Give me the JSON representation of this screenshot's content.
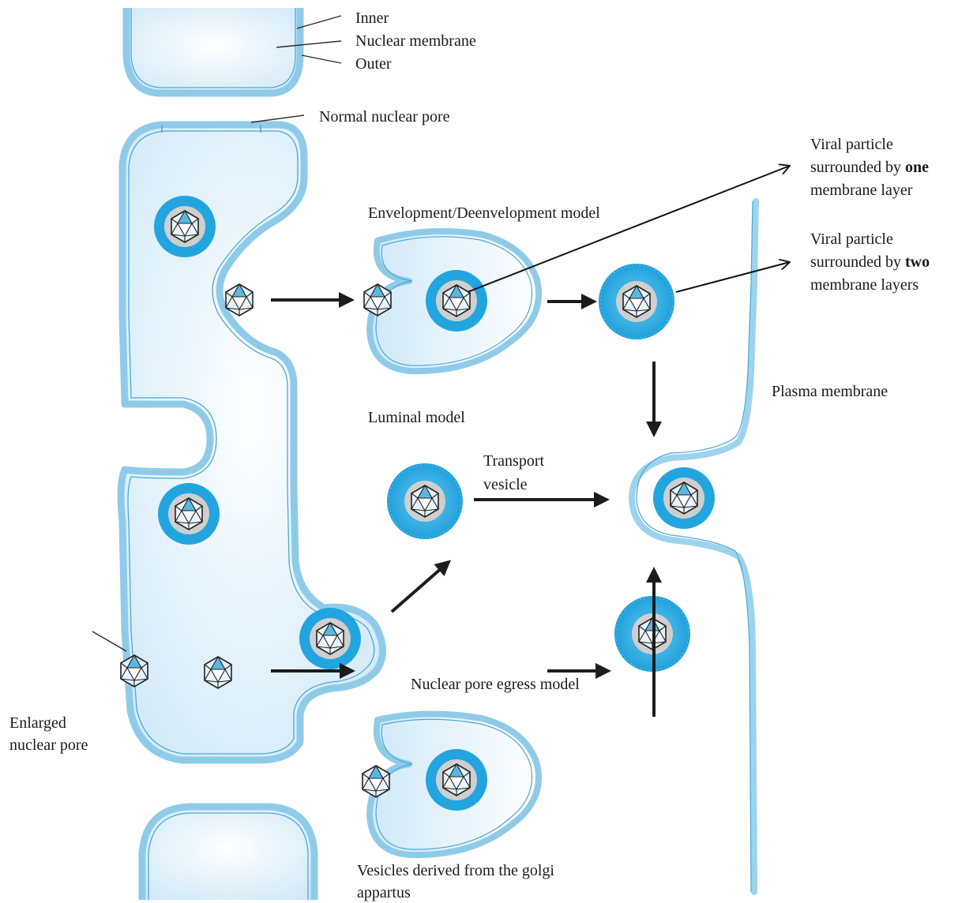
{
  "labels": {
    "inner": "Inner",
    "nuclear_membrane": "Nuclear membrane",
    "outer": "Outer",
    "normal_nuclear_pore": "Normal nuclear pore",
    "envelopment_model": "Envelopment/Deenvelopment model",
    "luminal_model": "Luminal model",
    "transport_vesicle_line1": "Transport",
    "transport_vesicle_line2": "vesicle",
    "nuclear_pore_egress_model": "Nuclear pore egress model",
    "enlarged_pore_line1": "Enlarged",
    "enlarged_pore_line2": "nuclear pore",
    "golgi_line1": "Vesicles derived from the golgi",
    "golgi_line2": "appartus",
    "plasma_membrane": "Plasma membrane",
    "one_layer_line1": "Viral particle",
    "one_layer_line2_prefix": "surrounded by ",
    "one_layer_line2_bold": "one",
    "one_layer_line3": "membrane layer",
    "two_layer_line1": "Viral particle",
    "two_layer_line2_prefix": "surrounded by ",
    "two_layer_line2_bold": "two",
    "two_layer_line3": "membrane layers"
  },
  "colors": {
    "membrane_stroke": "#8fcbe8",
    "membrane_edge": "#4aa8d8",
    "lumen_fill": "#dff0fa",
    "envelope_blue": "#29a9e1",
    "capsid_grey": "#c9c9c9",
    "capsid_face": "#7fc8e8",
    "arrow": "#1c1c1c"
  }
}
